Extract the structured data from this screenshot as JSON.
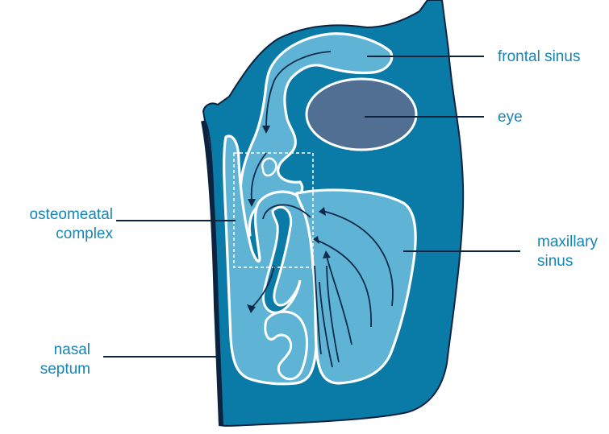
{
  "labels": {
    "frontal_sinus": "frontal sinus",
    "eye": "eye",
    "osteomeatal_line1": "osteomeatal",
    "osteomeatal_line2": "complex",
    "maxillary_line1": "maxillary",
    "maxillary_line2": "sinus",
    "nasal_line1": "nasal",
    "nasal_line2": "septum"
  },
  "colors": {
    "label_text": "#1585b5",
    "tissue_dark": "#0a7aa6",
    "sinus_light": "#5fb4d6",
    "eye": "#516f93",
    "outline": "#0c2340",
    "leader_line": "#0c2340"
  }
}
